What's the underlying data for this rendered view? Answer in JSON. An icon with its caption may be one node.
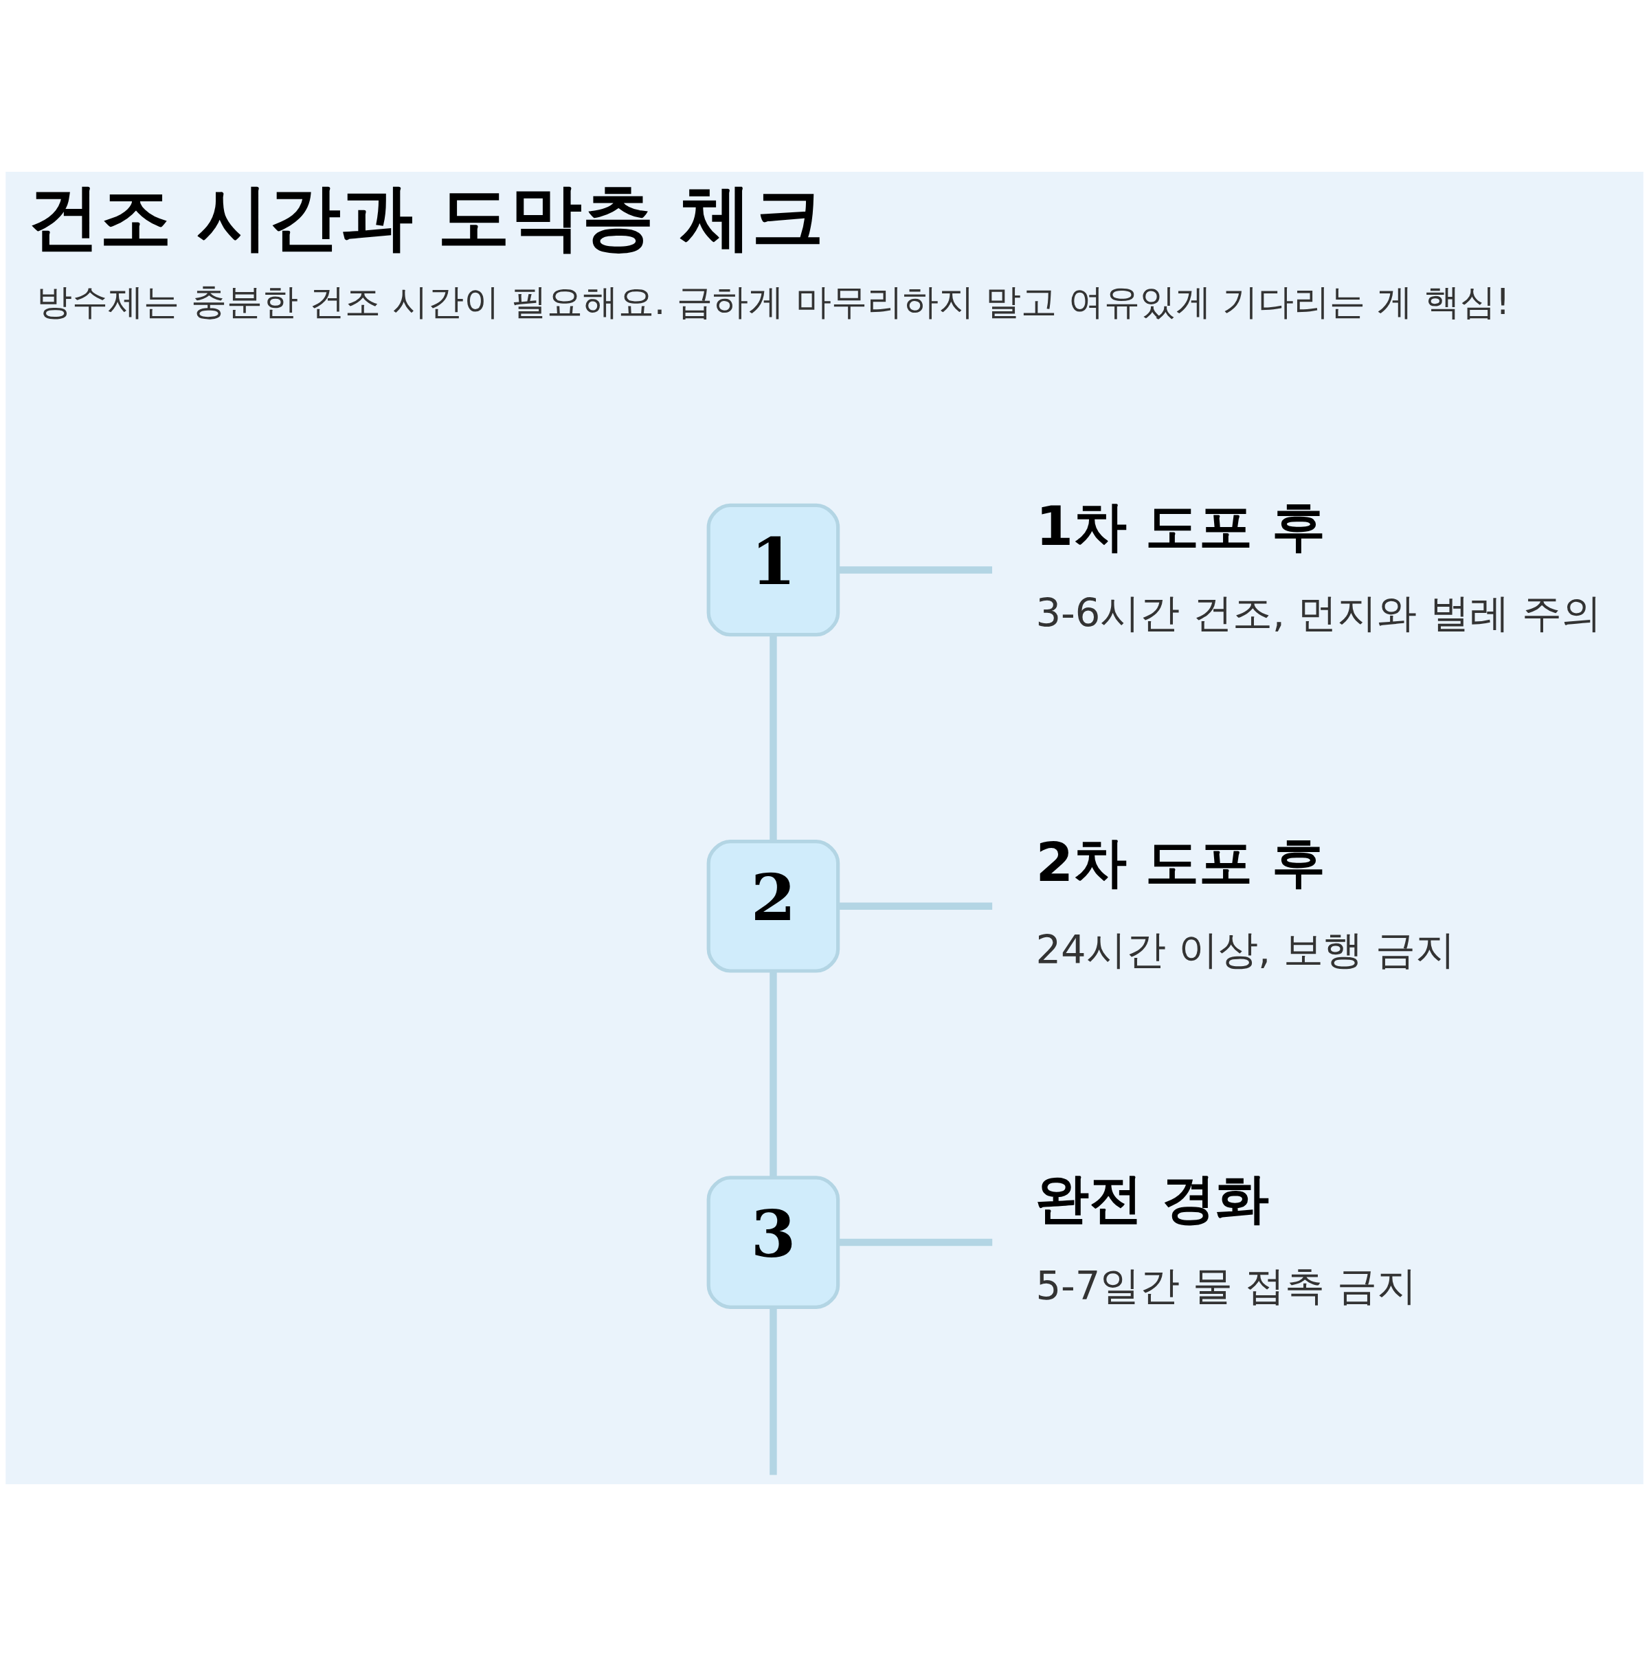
{
  "diagram": {
    "title": "건조 시간과 도막층 체크",
    "nodes": [
      {
        "text": [
          "1"
        ]
      },
      {
        "text": [
          "1차 도포 후",
          "3-6시간 건조, 먼지와 벌레 주의"
        ]
      },
      {
        "text": [
          "2"
        ]
      },
      {
        "text": [
          "2차 도포 후",
          "24시간 이상, 보행 금지"
        ]
      },
      {
        "text": [
          "3"
        ]
      },
      {
        "text": [
          "완전 경화",
          "5-7일간 물 접촉 금지"
        ]
      }
    ],
    "edges": [
      {
        "from": 0,
        "to": 1,
        "arrow": "none"
      },
      {
        "from": 0,
        "to": 2,
        "arrow": "none"
      },
      {
        "from": 2,
        "to": 3,
        "arrow": "none"
      },
      {
        "from": 2,
        "to": 4,
        "arrow": "none"
      },
      {
        "from": 4,
        "to": 5,
        "arrow": "none"
      },
      {
        "from": 4,
        "to": null,
        "arrow": "none"
      }
    ],
    "labels": [
      "방수제는 충분한 건조 시간이 필요해요. 급하게 마무리하지 말고 여유있게 기다리는 게 핵심!"
    ]
  }
}
